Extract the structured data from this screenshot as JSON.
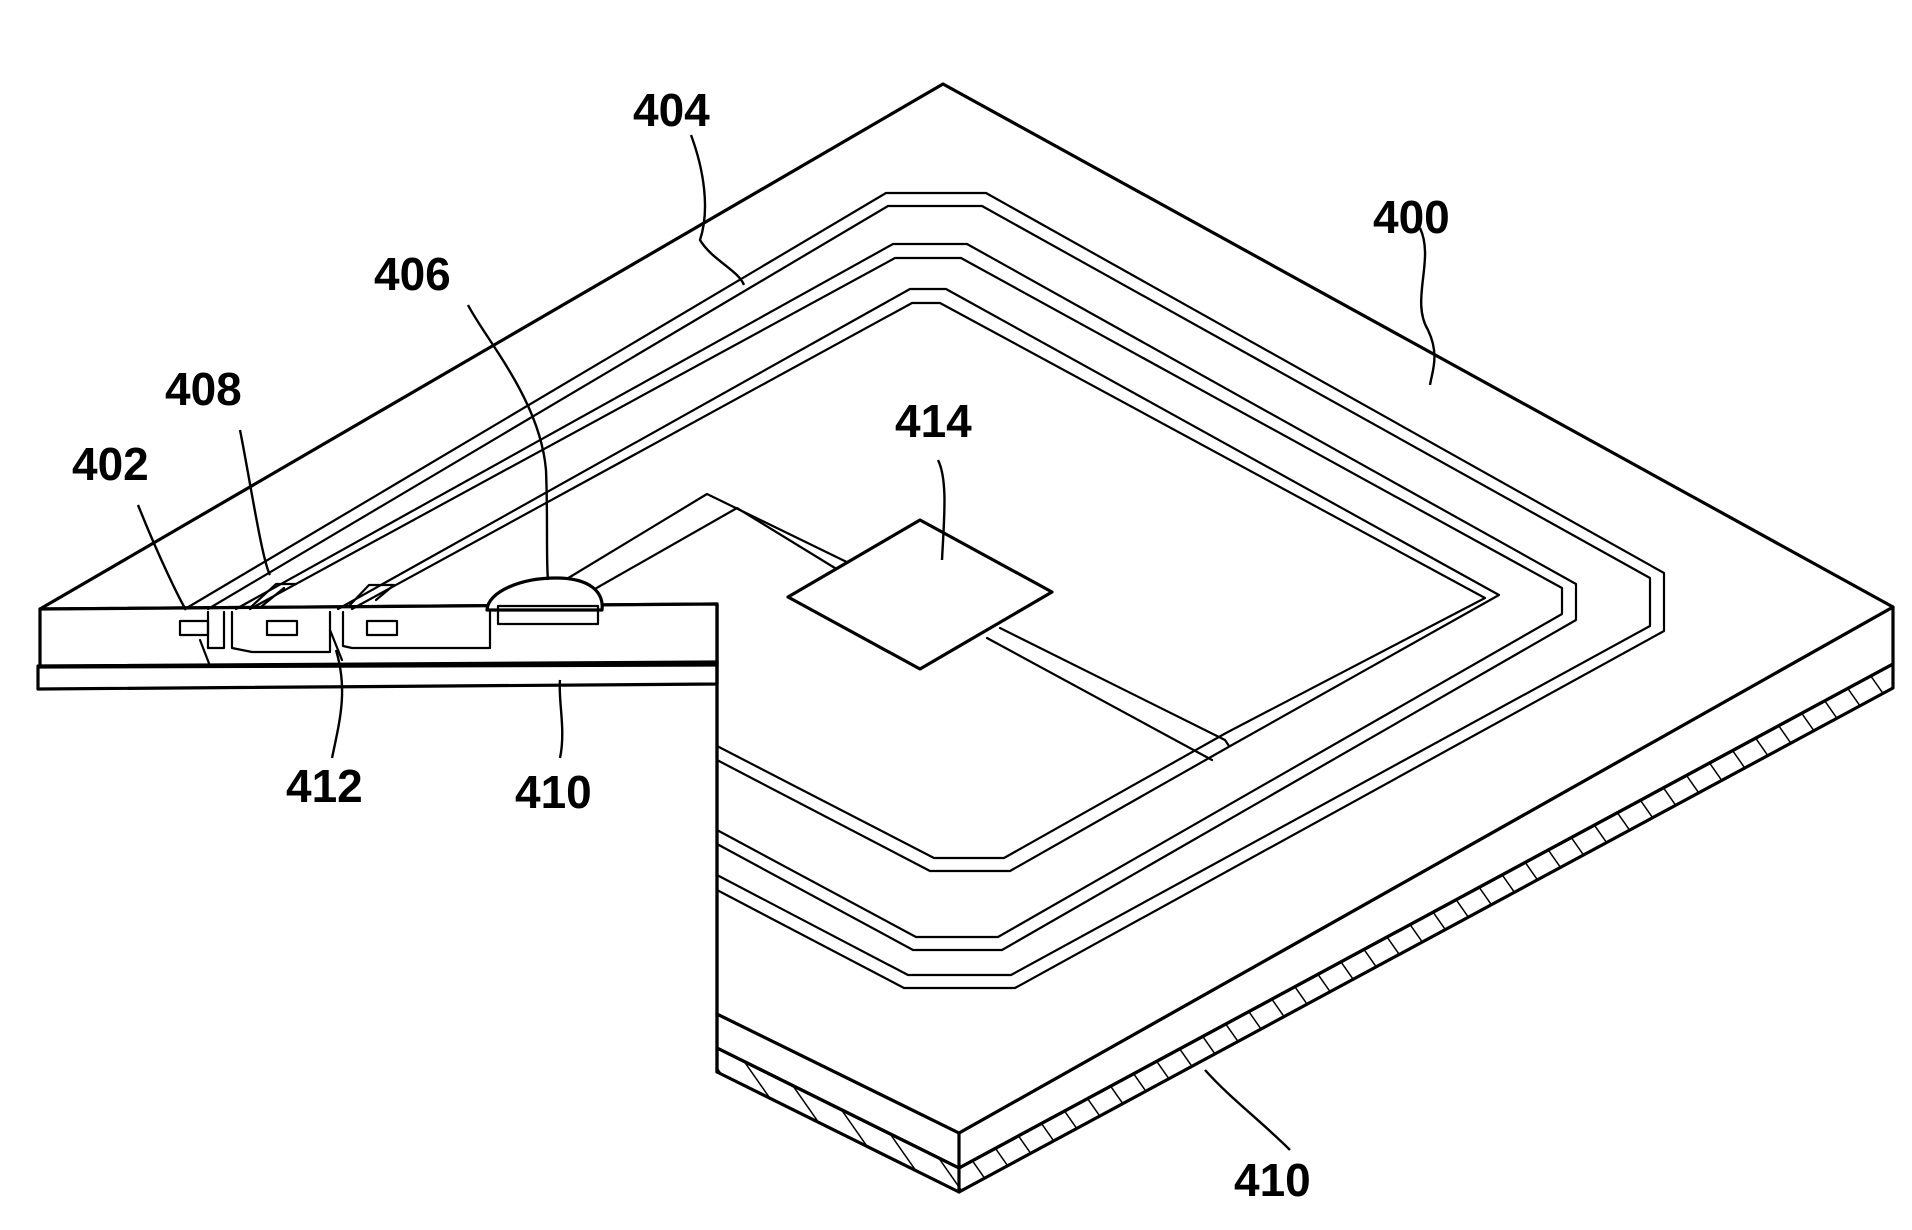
{
  "figure": {
    "reference_numerals": {
      "substrate": "400",
      "layer_402": "402",
      "coil_404": "404",
      "bump_406": "406",
      "element_408": "408",
      "layer_410_front": "410",
      "layer_410_side": "410",
      "layer_412": "412",
      "chip_414": "414"
    }
  }
}
